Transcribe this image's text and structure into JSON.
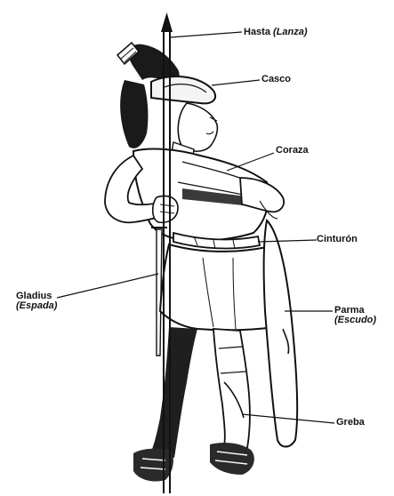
{
  "labels": {
    "hasta": {
      "name": "Hasta",
      "translation": "(Lanza)"
    },
    "casco": {
      "name": "Casco"
    },
    "coraza": {
      "name": "Coraza"
    },
    "cinturon": {
      "name": "Cinturón"
    },
    "gladius": {
      "name": "Gladius",
      "translation": "(Espada)"
    },
    "parma": {
      "name": "Parma",
      "translation": "(Escudo)"
    },
    "greba": {
      "name": "Greba"
    }
  },
  "colors": {
    "ink": "#111111",
    "paper": "#ffffff"
  }
}
